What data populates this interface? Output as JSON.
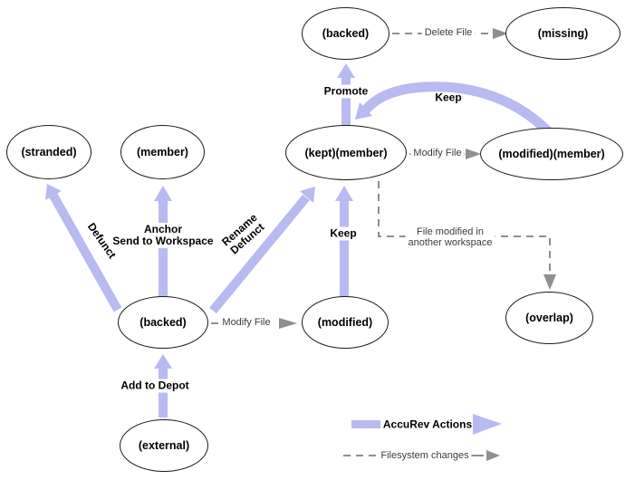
{
  "colors": {
    "accurev_action_arrow": "#b9baf2",
    "filesystem_change_arrow": "#8f8f8f",
    "node_border": "#1a1a1a"
  },
  "nodes": [
    {
      "id": "backed-top",
      "label": "(backed)"
    },
    {
      "id": "missing",
      "label": "(missing)"
    },
    {
      "id": "stranded",
      "label": "(stranded)"
    },
    {
      "id": "member",
      "label": "(member)"
    },
    {
      "id": "kept-member",
      "label": "(kept)(member)"
    },
    {
      "id": "modified-member",
      "label": "(modified)(member)"
    },
    {
      "id": "backed-mid",
      "label": "(backed)"
    },
    {
      "id": "modified",
      "label": "(modified)"
    },
    {
      "id": "overlap",
      "label": "(overlap)"
    },
    {
      "id": "external",
      "label": "(external)"
    }
  ],
  "edges": {
    "delete_file": "Delete File",
    "promote": "Promote",
    "keep_top": "Keep",
    "modify_file_member": "Modify File",
    "anchor_line1": "Anchor",
    "anchor_line2": "Send to Workspace",
    "defunct": "Defunct",
    "rename_line1": "Rename",
    "rename_line2": "Defunct",
    "keep_mid": "Keep",
    "file_modified_line1": "File modified in",
    "file_modified_line2": "another workspace",
    "modify_file_backed": "Modify File",
    "add_to_depot": "Add to Depot"
  },
  "legend": {
    "accurev": "AccuRev Actions",
    "filesystem": "Filesystem changes"
  }
}
